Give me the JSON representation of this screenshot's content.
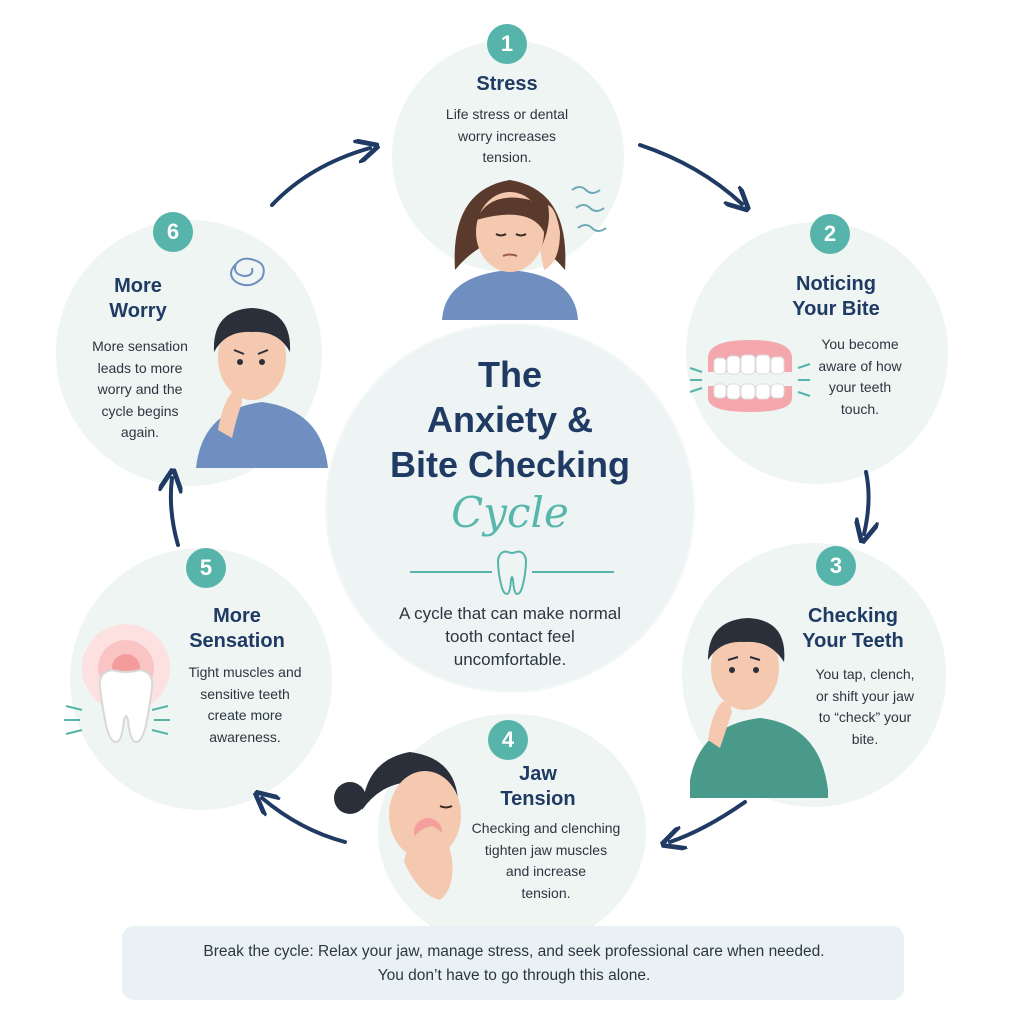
{
  "title": {
    "line1": "The",
    "line2": "Anxiety &",
    "line3": "Bite Checking",
    "script": "Cycle"
  },
  "center_description": {
    "line1": "A cycle that can make normal",
    "line2": "tooth contact feel",
    "line3": "uncomfortable."
  },
  "steps": [
    {
      "number": "1",
      "title": [
        "Stress"
      ],
      "desc": [
        "Life stress or dental",
        "worry increases",
        "tension."
      ],
      "icon": "stressed-woman-icon"
    },
    {
      "number": "2",
      "title": [
        "Noticing",
        "Your Bite"
      ],
      "desc": [
        "You become",
        "aware of how",
        "your teeth",
        "touch."
      ],
      "icon": "teeth-icon"
    },
    {
      "number": "3",
      "title": [
        "Checking",
        "Your Teeth"
      ],
      "desc": [
        "You tap, clench,",
        "or shift your jaw",
        "to “check” your",
        "bite."
      ],
      "icon": "man-touching-mouth-icon"
    },
    {
      "number": "4",
      "title": [
        "Jaw",
        "Tension"
      ],
      "desc": [
        "Checking and clenching",
        "tighten jaw muscles",
        "and increase",
        "tension."
      ],
      "icon": "woman-jaw-pain-icon"
    },
    {
      "number": "5",
      "title": [
        "More",
        "Sensation"
      ],
      "desc": [
        "Tight muscles and",
        "sensitive teeth",
        "create more",
        "awareness."
      ],
      "icon": "sensitive-tooth-icon"
    },
    {
      "number": "6",
      "title": [
        "More",
        "Worry"
      ],
      "desc": [
        "More sensation",
        "leads to more",
        "worry and the",
        "cycle begins",
        "again."
      ],
      "icon": "worried-man-icon"
    }
  ],
  "banner": {
    "line1": "Break the cycle: Relax your jaw, manage stress, and seek professional care when needed.",
    "line2": "You don’t have to go through this alone.",
    "left_icon": "leaf-icon",
    "right_icon": "heart-icon"
  },
  "colors": {
    "navy": "#1f3a63",
    "teal": "#57b4aa",
    "circle_bg": "#eef5f3",
    "banner_bg": "#e9f1f5"
  }
}
